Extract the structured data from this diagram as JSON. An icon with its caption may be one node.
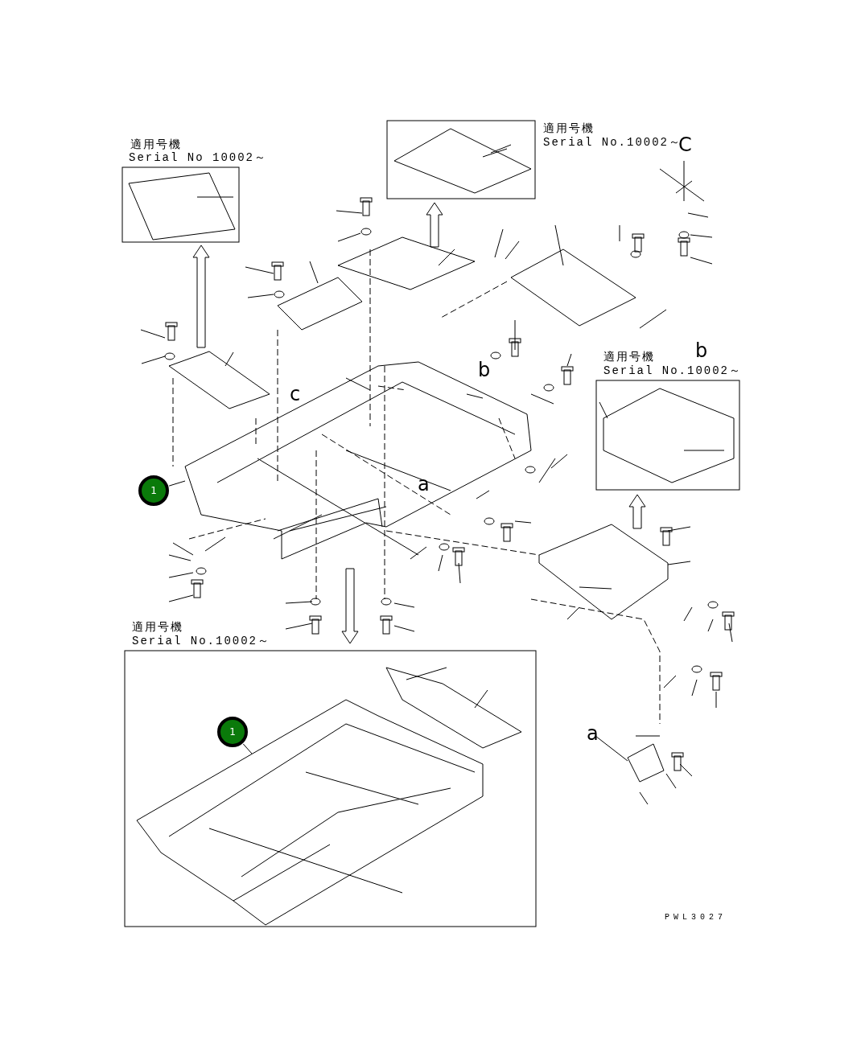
{
  "diagram": {
    "nodes": [
      {
        "text": [
          "1"
        ]
      },
      {
        "text": [],
        "shape": "picture"
      },
      {
        "text": [
          "1"
        ]
      },
      {
        "text": [],
        "shape": "picture"
      }
    ],
    "edges": [
      {
        "from": 0,
        "to": 1,
        "arrow": "none"
      },
      {
        "from": 2,
        "to": 3,
        "arrow": "none"
      }
    ],
    "labels": [
      "適用号機",
      "Serial No 10002～",
      "適用号機",
      "Serial No.10002～",
      "C",
      "b",
      "適用号機",
      "Serial No.10002～",
      "c",
      "b",
      "a",
      "適用号機",
      "Serial No.10002～",
      "a",
      "PWL3027"
    ]
  }
}
